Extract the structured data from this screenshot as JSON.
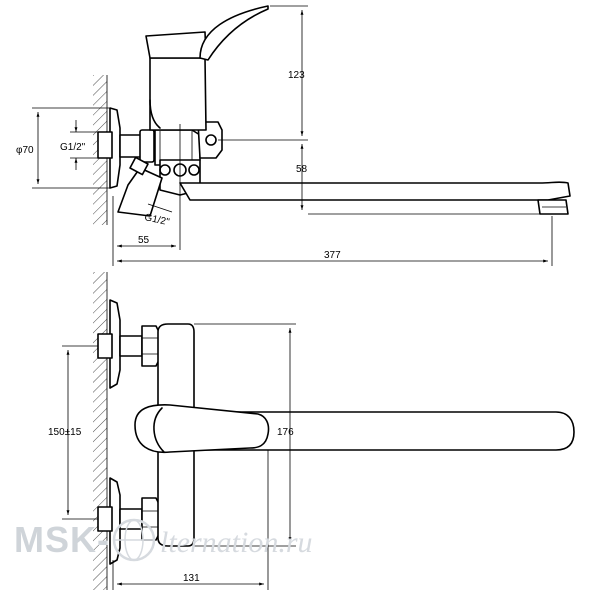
{
  "dimensions": {
    "top_view": {
      "d123": "123",
      "d58": "58",
      "d70": "φ70",
      "thread1": "G1/2\"",
      "thread2": "G1/2\"",
      "d55": "55",
      "d377": "377"
    },
    "bottom_view": {
      "d150": "150±15",
      "d176": "176",
      "d131": "131"
    }
  },
  "watermark": {
    "left": "MSK-",
    "right": "lternation.ru"
  }
}
